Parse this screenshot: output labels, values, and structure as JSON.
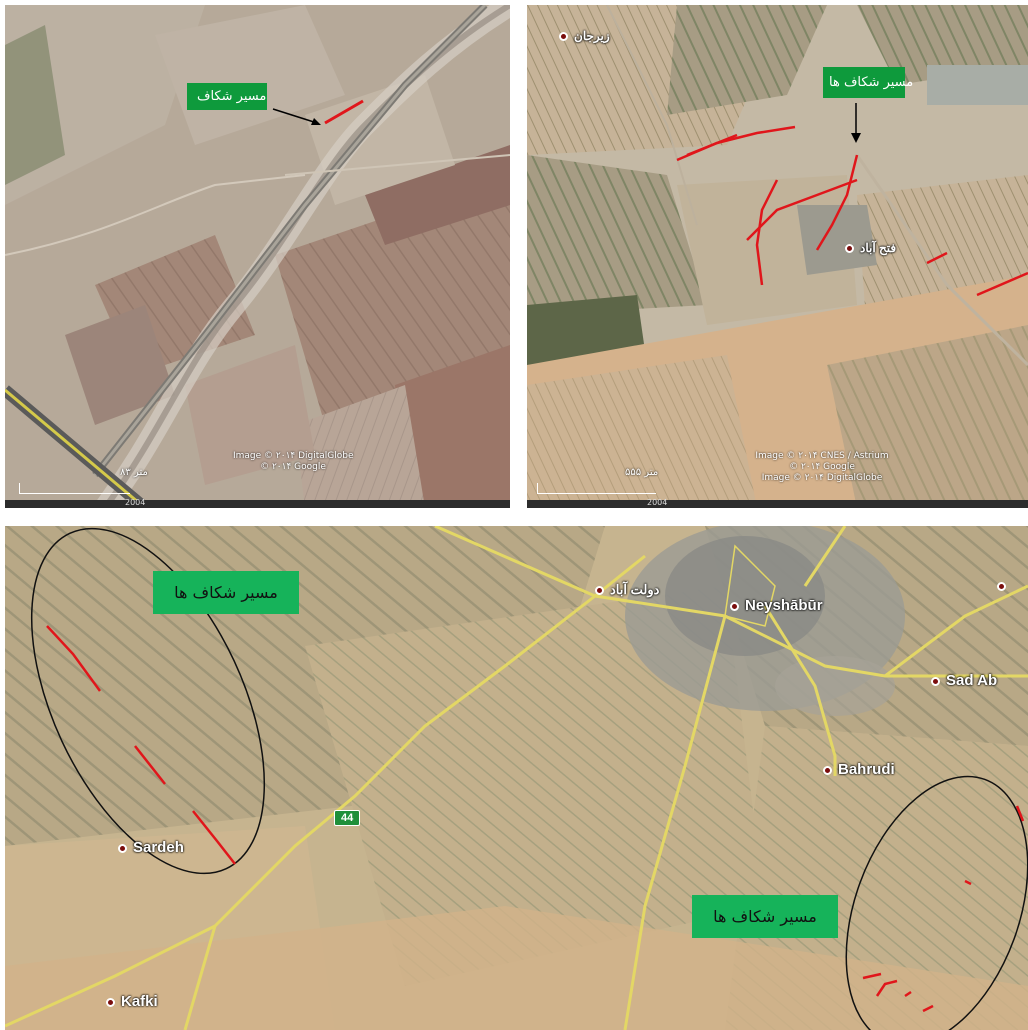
{
  "panel_top_left": {
    "label": "مسیر شکاف",
    "attribution": [
      "Image © ۲۰۱۴ DigitalGlobe",
      "© ۲۰۱۴ Google"
    ],
    "scale": "۸۳ متر",
    "status_year": "2004"
  },
  "panel_top_right": {
    "label": "مسیر شکاف ها",
    "places": [
      "زیرجان",
      "فتح آباد"
    ],
    "attribution": [
      "Image © ۲۰۱۴ CNES / Astrium",
      "© ۲۰۱۴ Google",
      "Image © ۲۰۱۴ DigitalGlobe"
    ],
    "scale": "۵۵۵ متر",
    "status_year": "2004"
  },
  "panel_bottom": {
    "label_left": "مسیر شکاف ها",
    "label_right": "مسیر شکاف ها",
    "places": {
      "neyshabur": "Neyshābūr",
      "sad_abad": "Sad Ab",
      "bahrudi": "Bahrudi",
      "sardeh": "Sardeh",
      "kafki": "Kafki",
      "dowlat_abad": "دولت آباد"
    },
    "road_shield": "44"
  }
}
